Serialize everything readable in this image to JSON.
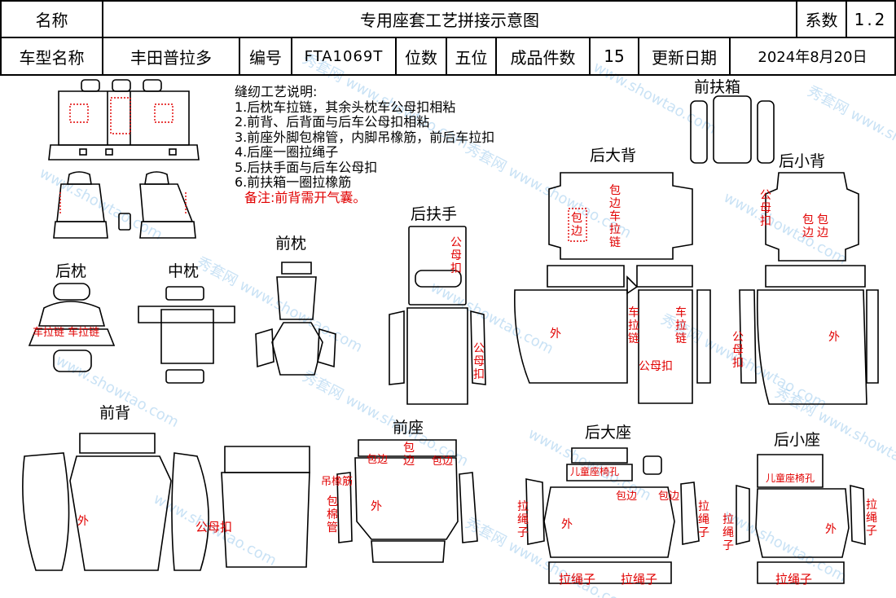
{
  "header": {
    "name_label": "名称",
    "title": "专用座套工艺拼接示意图",
    "coef_label": "系数",
    "coef_value": "1.2",
    "model_label": "车型名称",
    "model_value": "丰田普拉多",
    "code_label": "编号",
    "code_value": "FTA1069T",
    "seats_label": "位数",
    "seats_value": "五位",
    "pieces_label": "成品件数",
    "pieces_value": "15",
    "date_label": "更新日期",
    "date_value": "2024年8月20日"
  },
  "notes": {
    "heading": "缝纫工艺说明:",
    "items": [
      "1.后枕车拉链，其余头枕车公母扣相粘",
      "2.前背、后背面与后车公母扣相粘",
      "3.前座外脚包棉管，内脚吊橡筋，前后车拉扣",
      "4.后座一圈拉绳子",
      "5.后扶手面与后车公母扣",
      "6.前扶箱一圈拉橡筋"
    ],
    "remark": "备注:前背需开气囊。"
  },
  "sections": {
    "front_armbox": "前扶箱",
    "rear_big_back": "后大背",
    "rear_small_back": "后小背",
    "rear_armrest": "后扶手",
    "front_pillow": "前枕",
    "rear_pillow": "后枕",
    "mid_pillow": "中枕",
    "front_back": "前背",
    "front_seat": "前座",
    "rear_big_seat": "后大座",
    "rear_small_seat": "后小座"
  },
  "annotations": {
    "zipper_rear_pillow": "车拉链 车拉链",
    "hook_loop": "公母扣",
    "edging_zipper": "包边车拉链",
    "edging": "包边",
    "outer": "外",
    "zipper": "车拉链",
    "elastic_hang": "吊橡筋",
    "edging_cotton_tube": "包棉管",
    "pull_rope": "拉绳子",
    "child_seat_hole": "儿童座椅孔"
  },
  "watermark": {
    "cn": "秀套网",
    "en": "www.showtao.com"
  }
}
